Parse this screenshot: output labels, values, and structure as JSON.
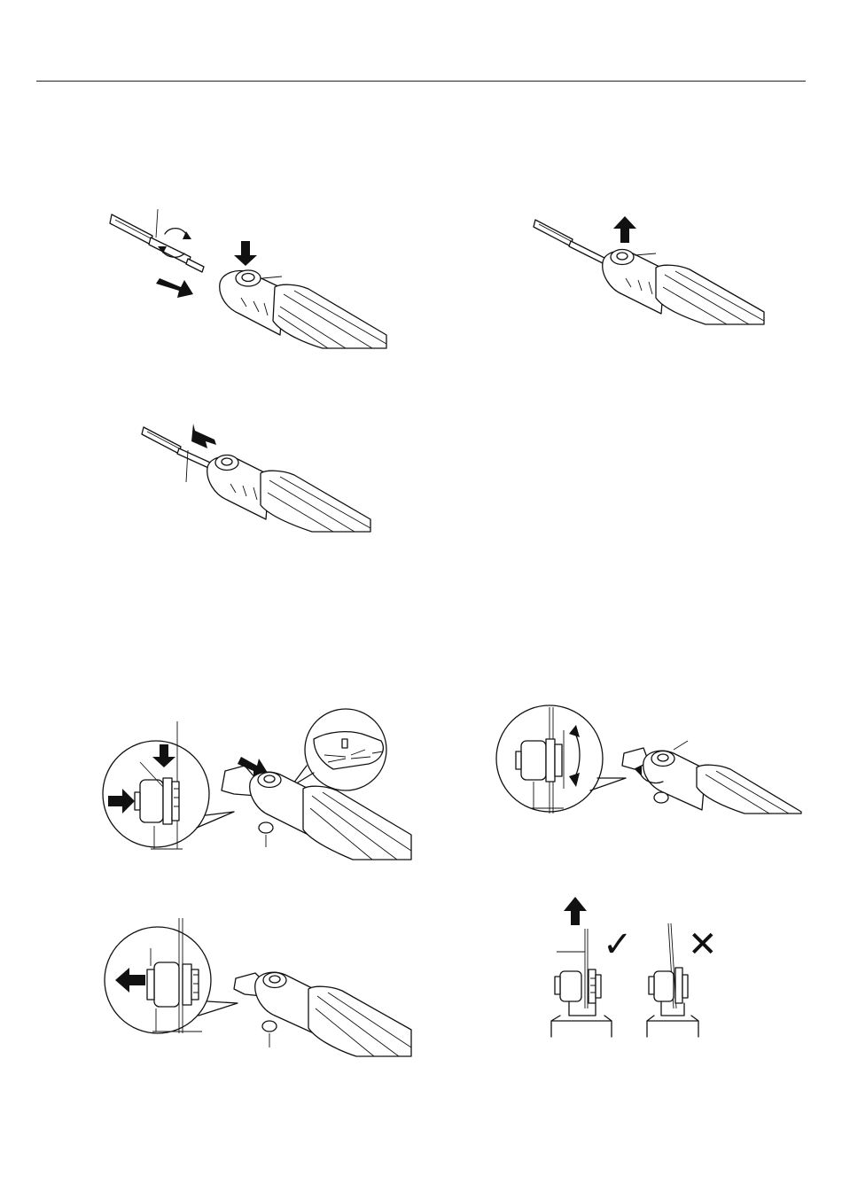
{
  "page": {
    "header_rule": true
  },
  "figures": [
    {
      "id": "fig-insert-file-blade",
      "icons": [
        "file-blade-icon",
        "rotate-arrow-icon",
        "push-down-arrow-icon",
        "insert-arrow-icon",
        "tool-head-icon"
      ]
    },
    {
      "id": "fig-release-lock",
      "icons": [
        "file-blade-icon",
        "lift-arrow-icon",
        "tool-head-icon"
      ]
    },
    {
      "id": "fig-remove-file-blade",
      "icons": [
        "file-blade-icon",
        "pull-arrow-icon",
        "tool-head-icon"
      ]
    },
    {
      "id": "fig-attach-oscillating-blade",
      "icons": [
        "magnifier-callout-icon",
        "blade-flange-icon",
        "push-arrow-icon",
        "oscillating-blade-icon"
      ]
    },
    {
      "id": "fig-tilt-lever",
      "icons": [
        "magnifier-callout-icon",
        "tilt-arrow-icon",
        "lever-icon"
      ]
    },
    {
      "id": "fig-detach-oscillating-blade",
      "icons": [
        "magnifier-callout-icon",
        "pull-arrow-icon",
        "oscillating-blade-icon"
      ]
    },
    {
      "id": "fig-correct-incorrect-seating",
      "icons": [
        "lift-arrow-icon",
        "check-mark-icon",
        "cross-mark-icon"
      ]
    }
  ],
  "marks": {
    "correct": "✓",
    "incorrect": "✕"
  },
  "colors": {
    "ink": "#111111",
    "paper": "#ffffff"
  }
}
